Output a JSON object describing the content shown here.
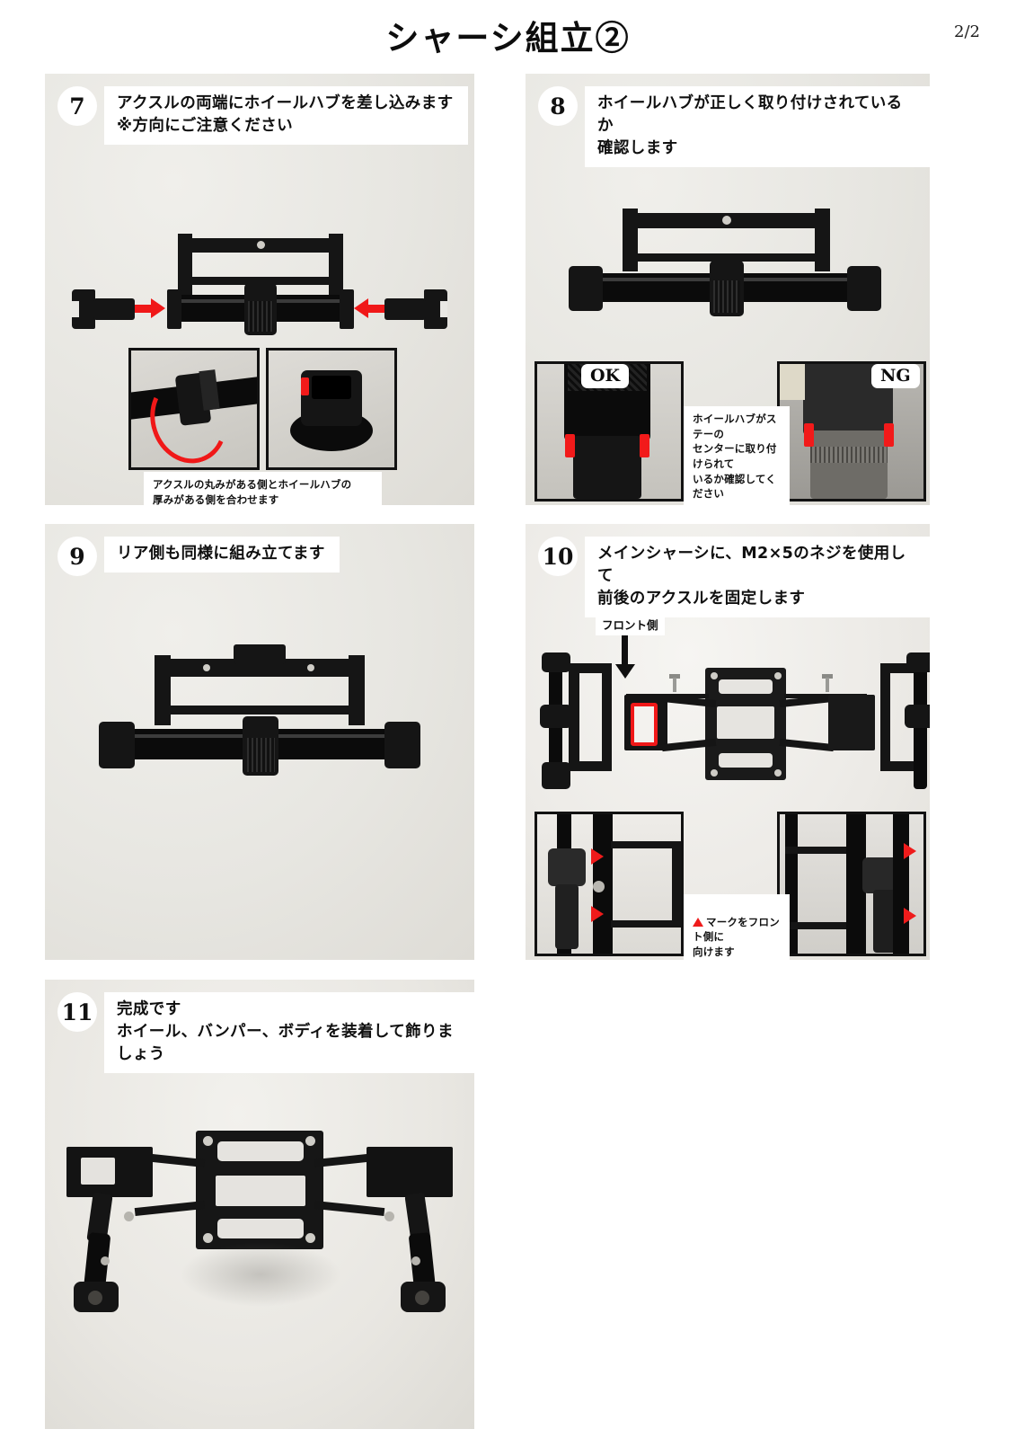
{
  "header": {
    "title": "シャーシ組立②",
    "page_number": "2/2"
  },
  "steps": [
    {
      "number": "7",
      "text": "アクスルの両端にホイールハブを差し込みます\n※方向にご注意ください",
      "caption": "アクスルの丸みがある側とホイールハブの\n厚みがある側を合わせます"
    },
    {
      "number": "8",
      "text": "ホイールハブが正しく取り付けされているか\n確認します",
      "ok_label": "OK",
      "ng_label": "NG",
      "caption": "ホイールハブがステーの\nセンターに取り付けられて\nいるか確認してください"
    },
    {
      "number": "9",
      "text": "リア側も同様に組み立てます"
    },
    {
      "number": "10",
      "text": "メインシャーシに、M2×5のネジを使用して\n前後のアクスルを固定します",
      "front_label": "フロント側",
      "caption": "マークをフロント側に\n向けます"
    },
    {
      "number": "11",
      "text": "完成です\nホイール、バンパー、ボディを装着して飾りましょう"
    }
  ],
  "colors": {
    "accent_red": "#f01818",
    "panel_bg": "#e9e8e4",
    "part_black": "#151515",
    "page_bg": "#ffffff"
  }
}
